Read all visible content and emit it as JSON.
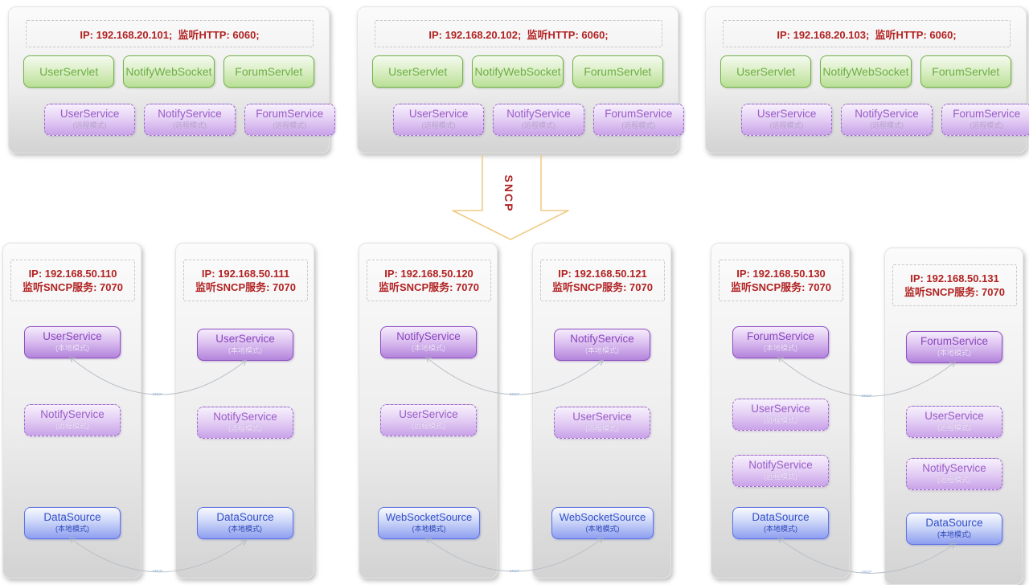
{
  "colors": {
    "header_red": "#b22222",
    "servlet_green": "#6cae44",
    "service_purple": "#9a5cc8",
    "source_blue": "#3450c8",
    "arrow_gold": "#f0cb86",
    "connector_gray": "#b3bac2"
  },
  "arrow": {
    "label": "SNCP"
  },
  "connector_label": "SNCP",
  "top_servers": [
    {
      "header": "IP: 192.168.20.101;  监听HTTP: 6060;",
      "servlets": [
        "UserServlet",
        "NotifyWebSocket",
        "ForumServlet"
      ],
      "services": [
        {
          "name": "UserService",
          "mode": "(远程模式)"
        },
        {
          "name": "NotifyService",
          "mode": "(远程模式)"
        },
        {
          "name": "ForumService",
          "mode": "(远程模式)"
        }
      ]
    },
    {
      "header": "IP: 192.168.20.102;  监听HTTP: 6060;",
      "servlets": [
        "UserServlet",
        "NotifyWebSocket",
        "ForumServlet"
      ],
      "services": [
        {
          "name": "UserService",
          "mode": "(远程模式)"
        },
        {
          "name": "NotifyService",
          "mode": "(远程模式)"
        },
        {
          "name": "ForumService",
          "mode": "(远程模式)"
        }
      ]
    },
    {
      "header": "IP: 192.168.20.103;  监听HTTP: 6060;",
      "servlets": [
        "UserServlet",
        "NotifyWebSocket",
        "ForumServlet"
      ],
      "services": [
        {
          "name": "UserService",
          "mode": "(远程模式)"
        },
        {
          "name": "NotifyService",
          "mode": "(远程模式)"
        },
        {
          "name": "ForumService",
          "mode": "(远程模式)"
        }
      ]
    }
  ],
  "sncp_servers": [
    {
      "ip": "IP: 192.168.50.110",
      "listen": "监听SNCP服务: 7070",
      "services": [
        {
          "name": "UserService",
          "mode": "(本地模式)"
        },
        {
          "name": "NotifyService",
          "mode": "(远程模式)"
        }
      ],
      "source": {
        "name": "DataSource",
        "mode": "(本地模式)"
      }
    },
    {
      "ip": "IP: 192.168.50.111",
      "listen": "监听SNCP服务: 7070",
      "services": [
        {
          "name": "UserService",
          "mode": "(本地模式)"
        },
        {
          "name": "NotifyService",
          "mode": "(远程模式)"
        }
      ],
      "source": {
        "name": "DataSource",
        "mode": "(本地模式)"
      }
    },
    {
      "ip": "IP: 192.168.50.120",
      "listen": "监听SNCP服务: 7070",
      "services": [
        {
          "name": "NotifyService",
          "mode": "(本地模式)"
        },
        {
          "name": "UserService",
          "mode": "(远程模式)"
        }
      ],
      "source": {
        "name": "WebSocketSource",
        "mode": "(本地模式)"
      }
    },
    {
      "ip": "IP: 192.168.50.121",
      "listen": "监听SNCP服务: 7070",
      "services": [
        {
          "name": "NotifyService",
          "mode": "(本地模式)"
        },
        {
          "name": "UserService",
          "mode": "(远程模式)"
        }
      ],
      "source": {
        "name": "WebSocketSource",
        "mode": "(本地模式)"
      }
    },
    {
      "ip": "IP: 192.168.50.130",
      "listen": "监听SNCP服务: 7070",
      "services": [
        {
          "name": "ForumService",
          "mode": "(本地模式)"
        },
        {
          "name": "UserService",
          "mode": "(远程模式)"
        },
        {
          "name": "NotifyService",
          "mode": "(远程模式)"
        }
      ],
      "source": {
        "name": "DataSource",
        "mode": "(本地模式)"
      }
    },
    {
      "ip": "IP: 192.168.50.131",
      "listen": "监听SNCP服务: 7070",
      "services": [
        {
          "name": "ForumService",
          "mode": "(本地模式)"
        },
        {
          "name": "UserService",
          "mode": "(远程模式)"
        },
        {
          "name": "NotifyService",
          "mode": "(远程模式)"
        }
      ],
      "source": {
        "name": "DataSource",
        "mode": "(本地模式)"
      }
    }
  ]
}
